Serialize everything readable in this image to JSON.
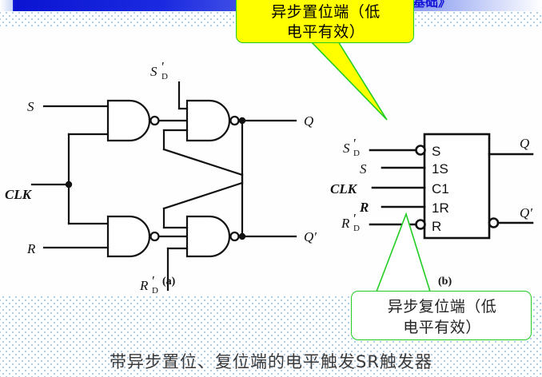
{
  "header": {
    "title": "技术基础》"
  },
  "figure": {
    "caption_a": "(a)",
    "caption_b": "(b)",
    "left_circuit": {
      "inputs": [
        "S",
        "CLK",
        "R"
      ],
      "async_set_label": "S",
      "async_set_prime": "′",
      "async_set_sub": "D",
      "async_reset_label": "R",
      "async_reset_prime": "′",
      "async_reset_sub": "D",
      "outputs": [
        "Q",
        "Q′"
      ],
      "gate_type": "NAND",
      "gate_count": 4
    },
    "right_symbol": {
      "pin_labels": [
        "S",
        "1S",
        "C1",
        "1R",
        "R"
      ],
      "input_names": [
        "S′D",
        "S",
        "CLK",
        "R",
        "R′D"
      ],
      "output_labels": [
        "Q",
        "Q′"
      ],
      "inverted_inputs": [
        "S′D",
        "R′D"
      ],
      "inverted_outputs": [
        "Q′"
      ]
    }
  },
  "callouts": {
    "set": {
      "line1": "异步置位端（低",
      "line2": "电平有效）",
      "fill_color": "#ffff00",
      "border_color": "#22cc22"
    },
    "reset": {
      "line1": "异步复位端（低",
      "line2": "电平有效）",
      "fill_color": "#ffffff",
      "border_color": "#22cc22"
    }
  },
  "bottom_caption": "带异步置位、复位端的电平触发SR触发器",
  "labels": {
    "S": "S",
    "R": "R",
    "CLK": "CLK",
    "Q": "Q",
    "Qn": "Q′",
    "SD": "S",
    "RD": "R",
    "D": "D",
    "prime": "′",
    "pin_S": "S",
    "pin_1S": "1S",
    "pin_C1": "C1",
    "pin_1R": "1R",
    "pin_R": "R"
  }
}
